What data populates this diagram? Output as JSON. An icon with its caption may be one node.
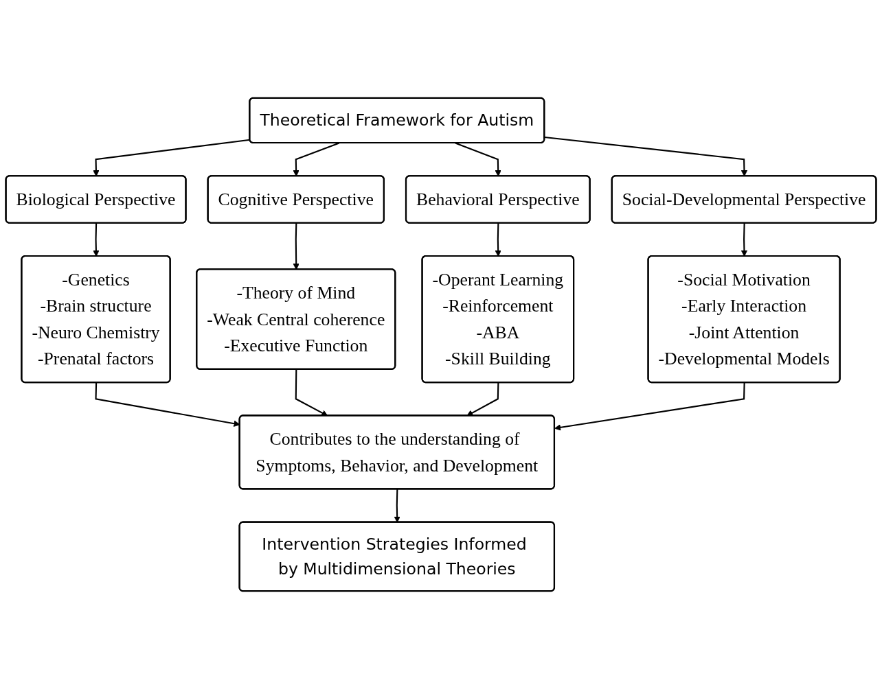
{
  "diagram": {
    "nodes": [
      {
        "text": [
          "Theoretical Framework for Autism"
        ]
      },
      {
        "text": [
          "Biological Perspective"
        ]
      },
      {
        "text": [
          "Cognitive Perspective"
        ]
      },
      {
        "text": [
          "Behavioral Perspective"
        ]
      },
      {
        "text": [
          "Social-Developmental Perspective"
        ]
      },
      {
        "text": [
          "-Genetics",
          "-Brain structure",
          "-Neuro Chemistry",
          "-Prenatal factors"
        ]
      },
      {
        "text": [
          "-Theory of Mind",
          "-Weak Central coherence",
          "-Executive Function"
        ]
      },
      {
        "text": [
          "-Operant Learning",
          "-Reinforcement",
          "-ABA",
          "-Skill Building"
        ]
      },
      {
        "text": [
          "-Social Motivation",
          "-Early Interaction",
          "-Joint Attention",
          "-Developmental Models"
        ]
      },
      {
        "text": [
          "Contributes to the understanding of Symptoms, Behavior, and Development"
        ]
      },
      {
        "text": [
          "Intervention Strategies Informed by Multidimensional Theories"
        ]
      }
    ],
    "edges": [
      {
        "from": 0,
        "to": 1,
        "arrow": "to"
      },
      {
        "from": 0,
        "to": 2,
        "arrow": "to"
      },
      {
        "from": 0,
        "to": 3,
        "arrow": "to"
      },
      {
        "from": 0,
        "to": 4,
        "arrow": "to"
      },
      {
        "from": 1,
        "to": 5,
        "arrow": "to"
      },
      {
        "from": 2,
        "to": 6,
        "arrow": "to"
      },
      {
        "from": 3,
        "to": 7,
        "arrow": "to"
      },
      {
        "from": 4,
        "to": 8,
        "arrow": "to"
      },
      {
        "from": 5,
        "to": 9,
        "arrow": "to"
      },
      {
        "from": 6,
        "to": 9,
        "arrow": "to"
      },
      {
        "from": 7,
        "to": 9,
        "arrow": "to"
      },
      {
        "from": 8,
        "to": 9,
        "arrow": "to"
      },
      {
        "from": 9,
        "to": 10,
        "arrow": "to"
      }
    ]
  }
}
